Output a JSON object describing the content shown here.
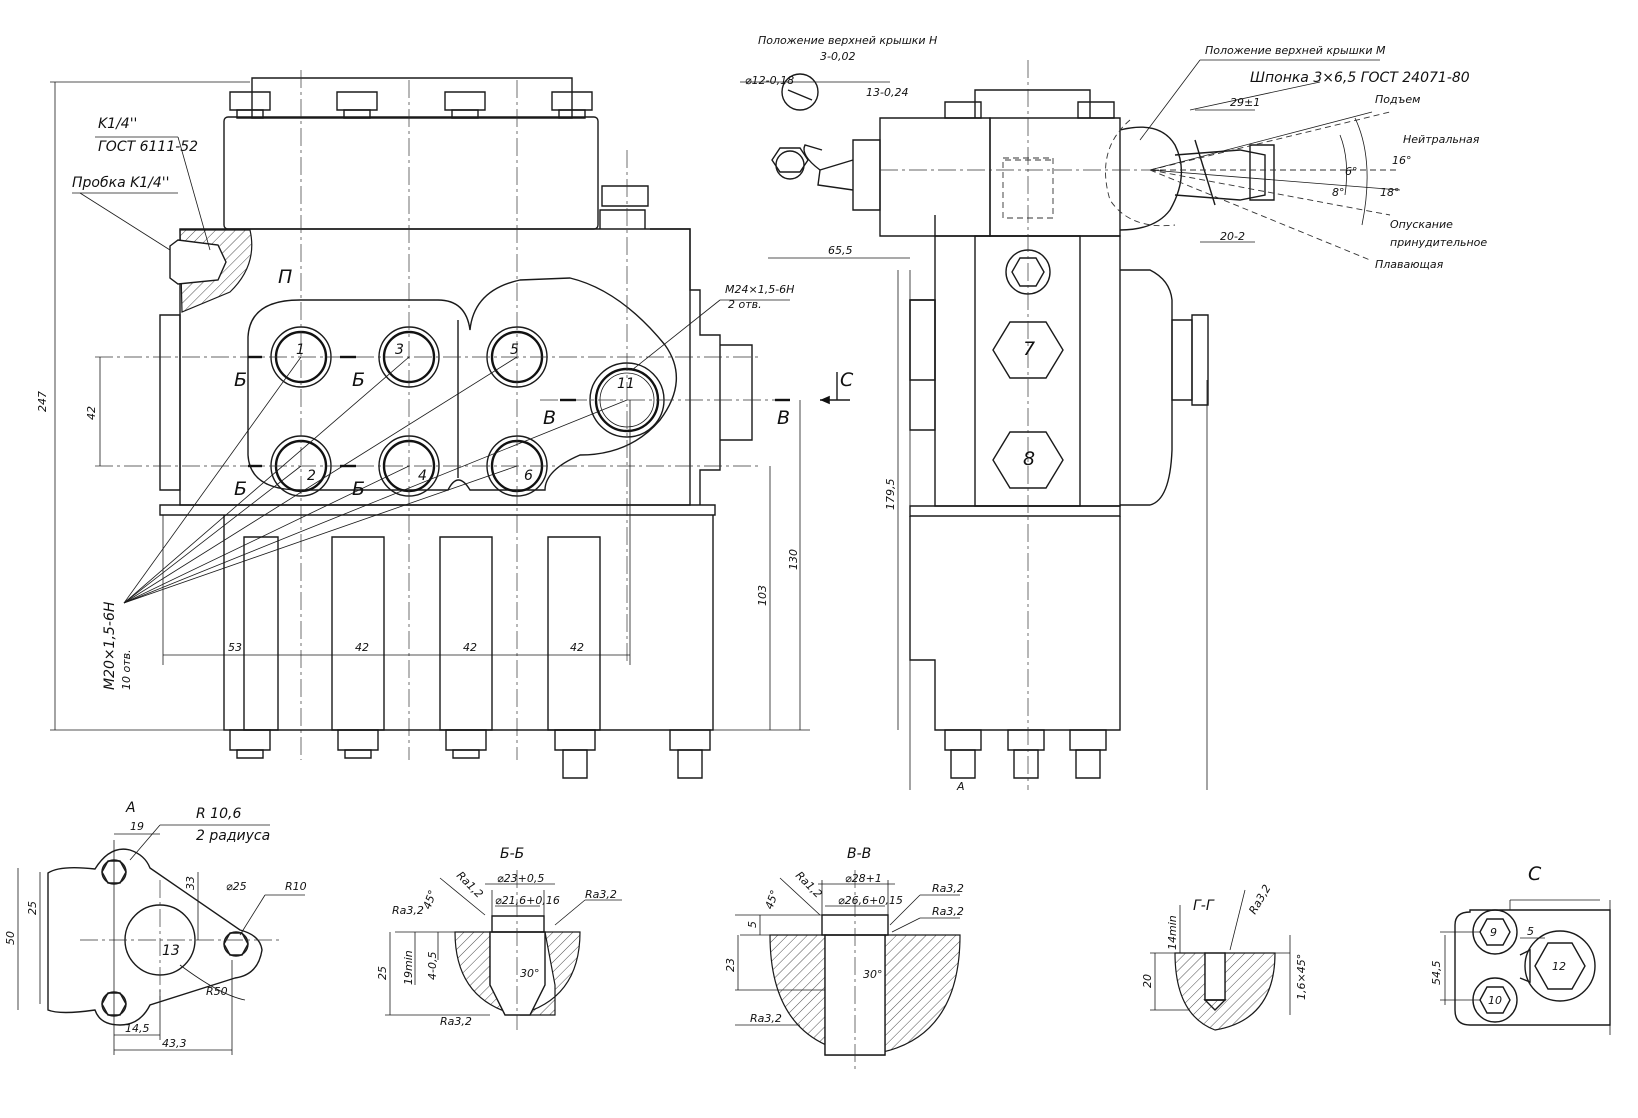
{
  "front_view": {
    "label_k14": "K1/4''",
    "label_gost6111": "ГОСТ 6111-52",
    "label_probka": "Пробка K1/4''",
    "label_p": "П",
    "label_m24": "M24×1,5-6H",
    "label_2otv": "2 отв.",
    "label_c_arrow": "C",
    "label_m20": "M20×1,5-6H",
    "label_10otv": "10 отв.",
    "section_b": "Б",
    "section_v": "В",
    "port_numbers": [
      "1",
      "2",
      "3",
      "4",
      "5",
      "6",
      "11"
    ],
    "dims": {
      "d247": "247",
      "d42v": "42",
      "d53": "53",
      "d42a": "42",
      "d42b": "42",
      "d42c": "42",
      "d103": "103",
      "d130": "130"
    }
  },
  "side_view": {
    "label_cover_n": "Положение верхней крышки Н",
    "label_cover_m": "Положение верхней крышки М",
    "label_key": "Шпонка 3×6,5 ГОСТ 24071-80",
    "label_podyem": "Подъем",
    "label_neutral": "Нейтральная",
    "label_opusk": "Опускание",
    "label_prin": "принудительное",
    "label_plav": "Плавающая",
    "dim_d12": "⌀12-0,18",
    "dim_3": "3-0,02",
    "dim_13": "13-0,24",
    "dim_29": "29±1",
    "dim_16": "16°",
    "dim_6": "6°",
    "dim_8": "8°",
    "dim_18": "18°",
    "dim_20": "20-2",
    "dim_655": "65,5",
    "dim_1795": "179,5",
    "port_numbers": [
      "7",
      "8"
    ],
    "dim_a": "A"
  },
  "view_a": {
    "title": "A",
    "d19": "19",
    "r106": "R 10,6",
    "radii": "2 радиуса",
    "d33": "33",
    "d25top": "⌀25",
    "r10": "R10",
    "d25": "25",
    "d50": "50",
    "port": "13",
    "r50": "R50",
    "d145": "14,5",
    "d433": "43,3"
  },
  "section_bb": {
    "title": "Б-Б",
    "d23": "⌀23+0,5",
    "d216": "⌀21,6+0,16",
    "ra32a": "Ra3,2",
    "ra32b": "Ra3,2",
    "ra32c": "Ra3,2",
    "ra12": "Ra1,2",
    "ang45": "45°",
    "d4": "4-0,5",
    "d19min": "19min",
    "d25": "25",
    "ang30": "30°"
  },
  "section_vv": {
    "title": "В-В",
    "d28": "⌀28+1",
    "d266": "⌀26,6+0,15",
    "ra32a": "Ra3,2",
    "ra32b": "Ra3,2",
    "ra32c": "Ra3,2",
    "ra12": "Ra1,2",
    "ang45": "45°",
    "d5": "5",
    "d23": "23",
    "ang30": "30°"
  },
  "section_gg": {
    "title": "Г-Г",
    "ra32": "Ra3,2",
    "d14min": "14min",
    "d20": "20",
    "chamfer": "1,6×45°"
  },
  "view_c": {
    "title": "C",
    "d5": "5",
    "d545": "54,5",
    "ports": [
      "9",
      "10",
      "12"
    ]
  }
}
